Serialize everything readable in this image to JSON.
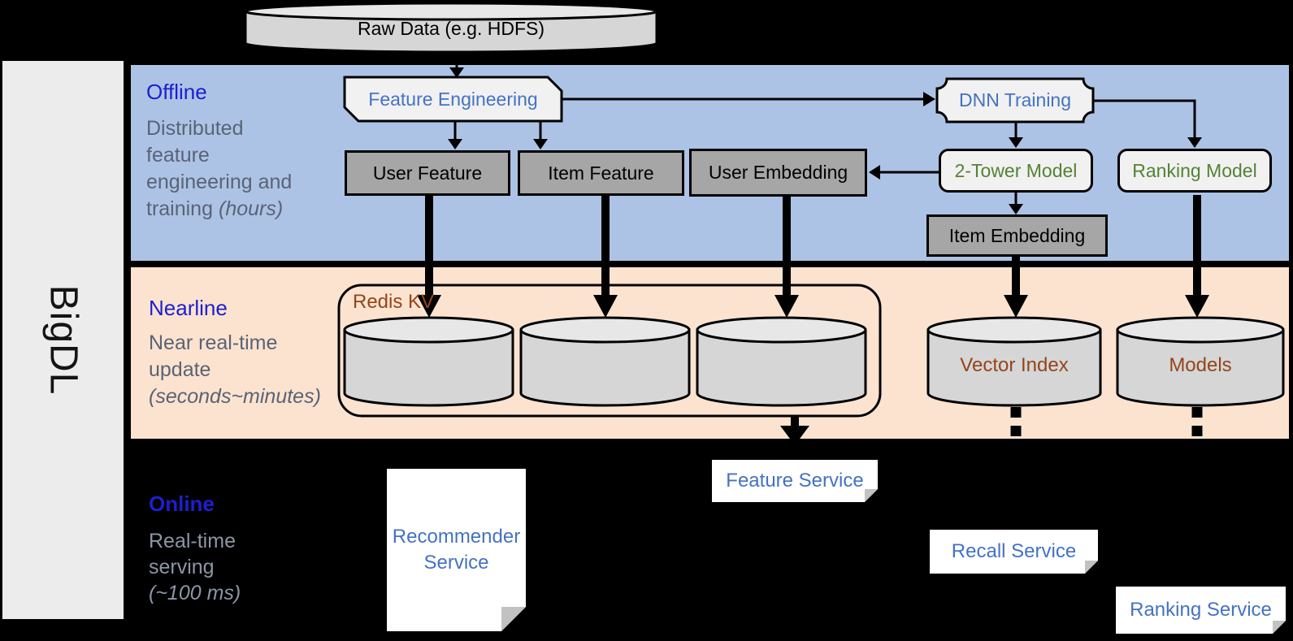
{
  "sidebar": {
    "brand": "BigDL"
  },
  "top": {
    "raw_data": "Raw Data (e.g. HDFS)"
  },
  "sections": {
    "offline": {
      "title": "Offline",
      "desc_lines": [
        "Distributed",
        "feature",
        "engineering and",
        "training"
      ],
      "desc_italic": "(hours)"
    },
    "nearline": {
      "title": "Nearline",
      "desc_lines": [
        "Near real-time",
        "update"
      ],
      "desc_italic": "(seconds~minutes)"
    },
    "online": {
      "title": "Online",
      "desc_lines": [
        "Real-time",
        "serving"
      ],
      "desc_italic": "(~100 ms)"
    }
  },
  "nodes": {
    "feature_engineering": "Feature Engineering",
    "dnn_training": "DNN Training",
    "user_feature": "User Feature",
    "item_feature": "Item Feature",
    "user_embedding": "User Embedding",
    "two_tower_model": "2-Tower Model",
    "ranking_model": "Ranking Model",
    "item_embedding": "Item Embedding",
    "redis_kv": "Redis KV",
    "vector_index": "Vector Index",
    "models": "Models",
    "feature_service": "Feature Service",
    "recall_service": "Recall Service",
    "ranking_service": "Ranking Service",
    "recommender_service_lines": [
      "Recommender",
      "Service"
    ]
  },
  "colors": {
    "offline_band": "#adc3e6",
    "nearline_band": "#fbe3d0",
    "sidebar_fill": "#ececec",
    "section_title": "#1d1fcd",
    "band_desc_text": "#5a6375",
    "online_desc_text": "#8d95a6",
    "node_text_blue": "#4472c4",
    "node_text_green": "#548235",
    "storage_text_brown": "#94451a",
    "dark_node_fill": "#a6a6a6",
    "light_node_fill": "#f1f1f1",
    "cylinder_fill": "#d6d6d6",
    "cylinder_top_fill": "#e7e7e7",
    "service_fill": "#ffffff",
    "fold_fill": "#c2c2c2"
  }
}
